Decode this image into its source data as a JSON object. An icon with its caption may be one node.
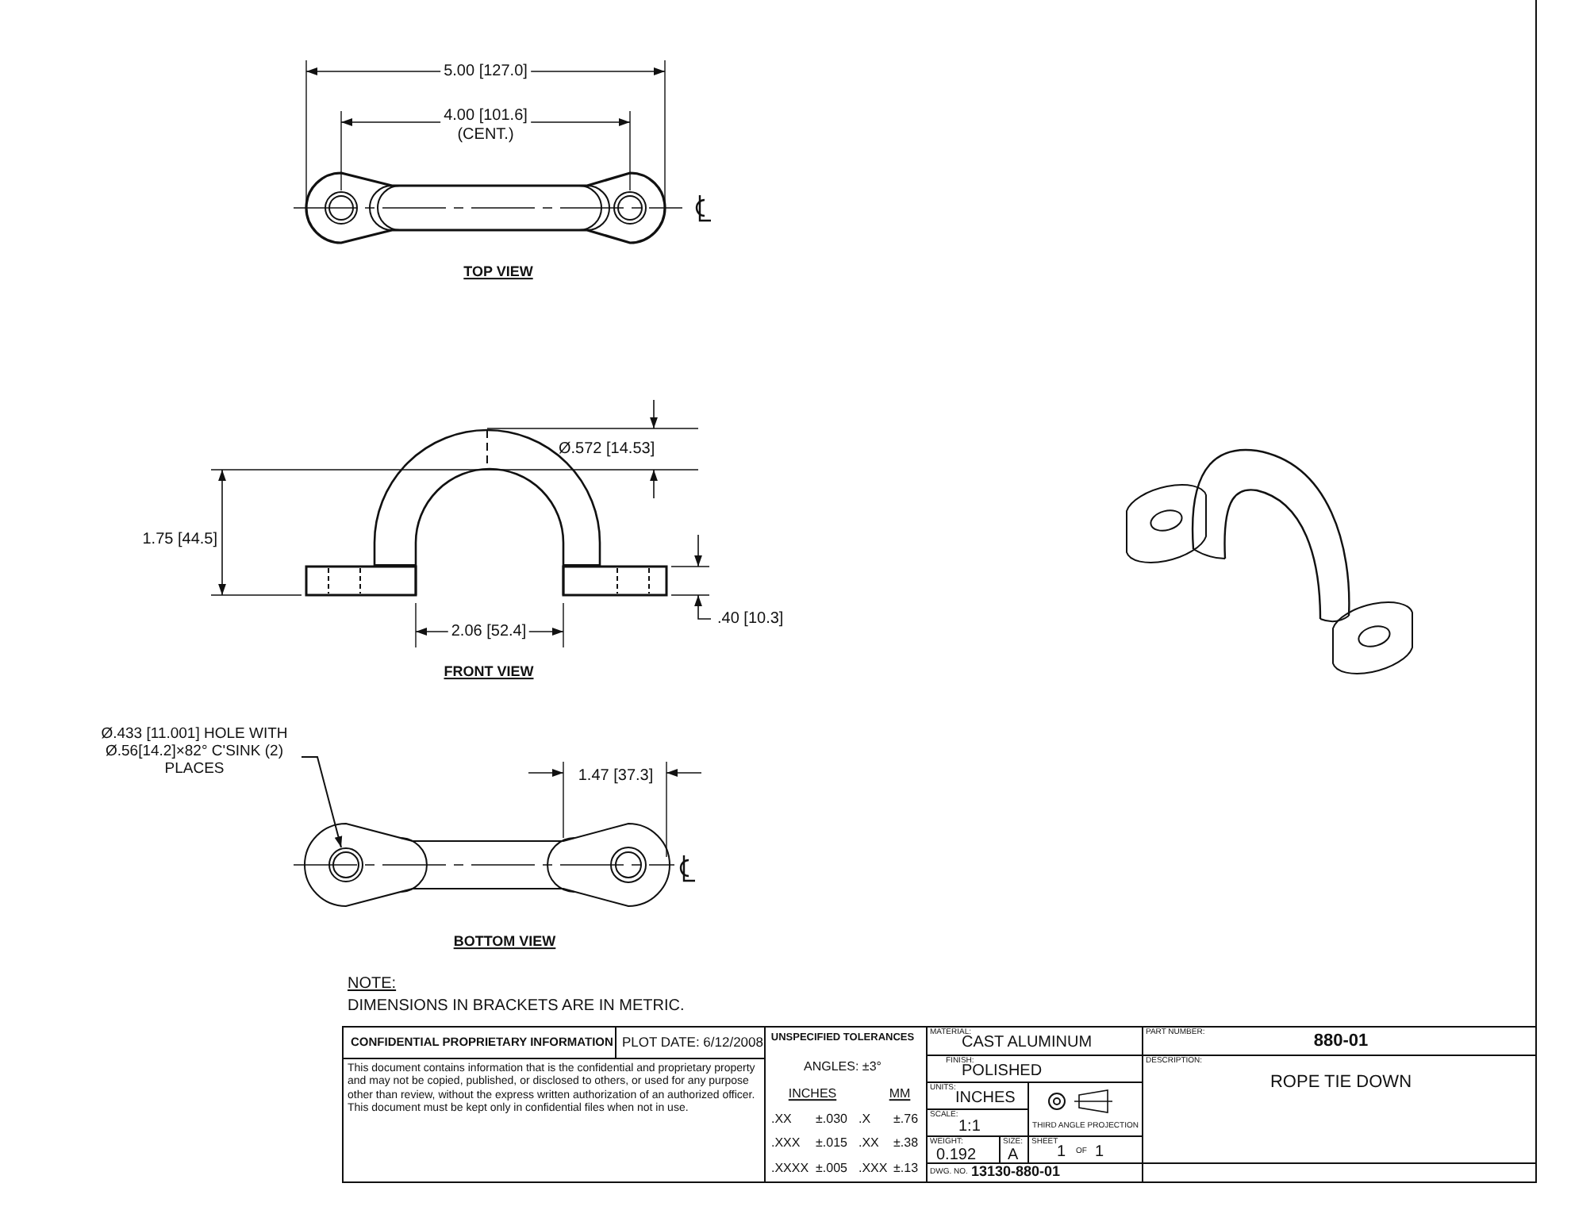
{
  "diagram": {
    "nodes": [
      {
        "text": [
          "Ø.433 [11.001] HOLE WITH Ø.56[14.2]×82° C'SINK (2) PLACES"
        ]
      },
      {
        "text": [],
        "shape": "circle"
      }
    ],
    "edges": [
      {
        "from": 0,
        "to": 1,
        "arrow": "to"
      }
    ],
    "labels": [
      "5.00 [127.0]",
      "4.00 [101.6]",
      "(CENT.)",
      "TOP VIEW",
      "Ø.572 [14.53]",
      "1.75 [44.5]",
      ".40 [10.3]",
      "2.06 [52.4]",
      "FRONT VIEW",
      "1.47 [37.3]",
      "BOTTOM VIEW",
      "NOTE:",
      "DIMENSIONS IN BRACKETS ARE IN METRIC.",
      "CONFIDENTIAL PROPRIETARY INFORMATION",
      "PLOT DATE: 6/12/2008",
      "This document contains information that is the confidential and proprietary property and may not be copied, published, or disclosed to others, or used for any purpose other than review, without the express written authorization of an authorized officer. This document must be kept only in confidential files when not in use.",
      "UNSPECIFIED TOLERANCES",
      "ANGLES: ±3°",
      "INCHES",
      "MM",
      ".XX",
      "±.030",
      ".X",
      "±.76",
      ".XXX",
      "±.015",
      ".XX",
      "±.38",
      ".XXXX",
      "±.005",
      ".XXX",
      "±.13",
      "MATERIAL:",
      "CAST ALUMINUM",
      "FINISH:",
      "POLISHED",
      "UNITS:",
      "INCHES",
      "SCALE:",
      "1:1",
      "THIRD ANGLE PROJECTION",
      "WEIGHT:",
      "0.192",
      "SIZE:",
      "A",
      "SHEET",
      "1",
      "OF",
      "1",
      "DWG. NO.",
      "13130-880-01",
      "PART NUMBER:",
      "880-01",
      "DESCRIPTION:",
      "ROPE TIE DOWN"
    ]
  }
}
